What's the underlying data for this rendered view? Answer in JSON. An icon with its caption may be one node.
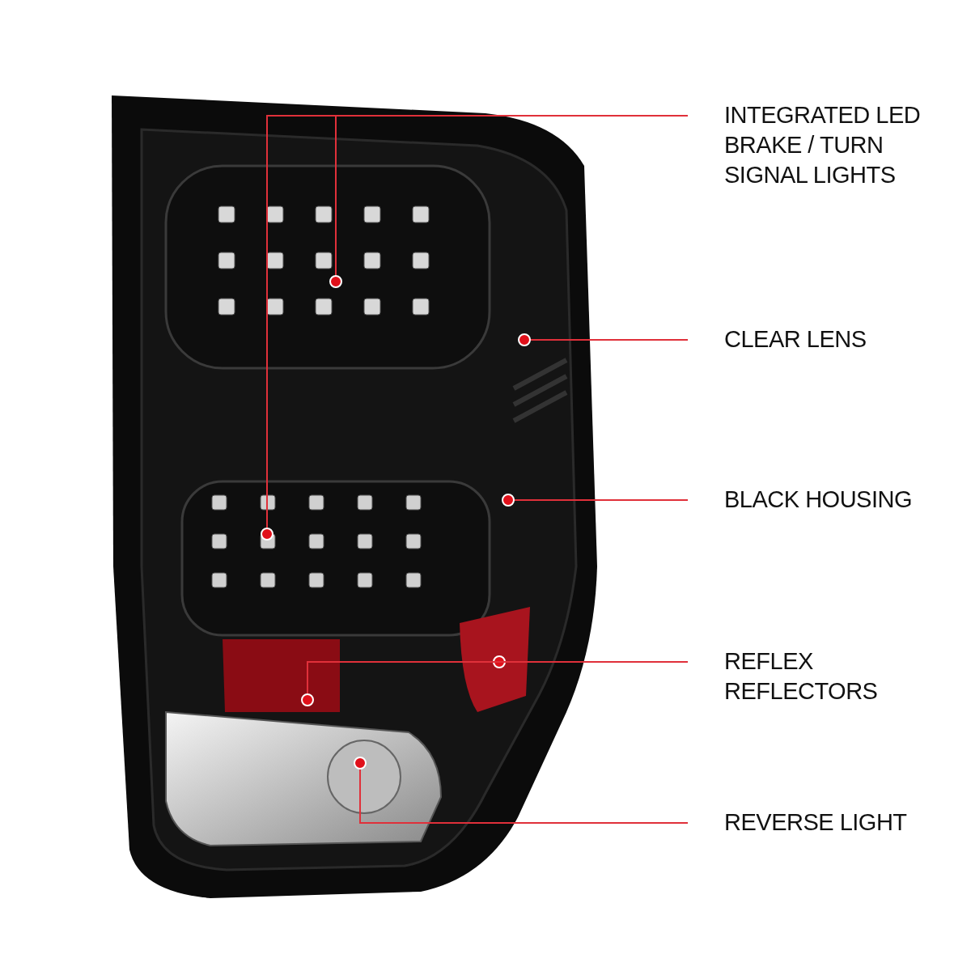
{
  "diagram": {
    "nodes": [
      {
        "text": [
          "INTEGRATED LED BRAKE / TURN SIGNAL LIGHTS"
        ]
      },
      {
        "text": [
          "CLEAR LENS"
        ]
      },
      {
        "text": [
          "BLACK HOUSING"
        ]
      },
      {
        "text": [
          "REFLEX REFLECTORS"
        ]
      },
      {
        "text": [
          "REVERSE LIGHT"
        ]
      }
    ],
    "edges": [
      {
        "from": 0,
        "to": null,
        "arrow": "other"
      },
      {
        "from": 0,
        "to": null,
        "arrow": "other"
      },
      {
        "from": 1,
        "to": null,
        "arrow": "other"
      },
      {
        "from": 2,
        "to": null,
        "arrow": "other"
      },
      {
        "from": 3,
        "to": null,
        "arrow": "other"
      },
      {
        "from": 3,
        "to": null,
        "arrow": "other"
      },
      {
        "from": 4,
        "to": null,
        "arrow": "other"
      }
    ]
  }
}
